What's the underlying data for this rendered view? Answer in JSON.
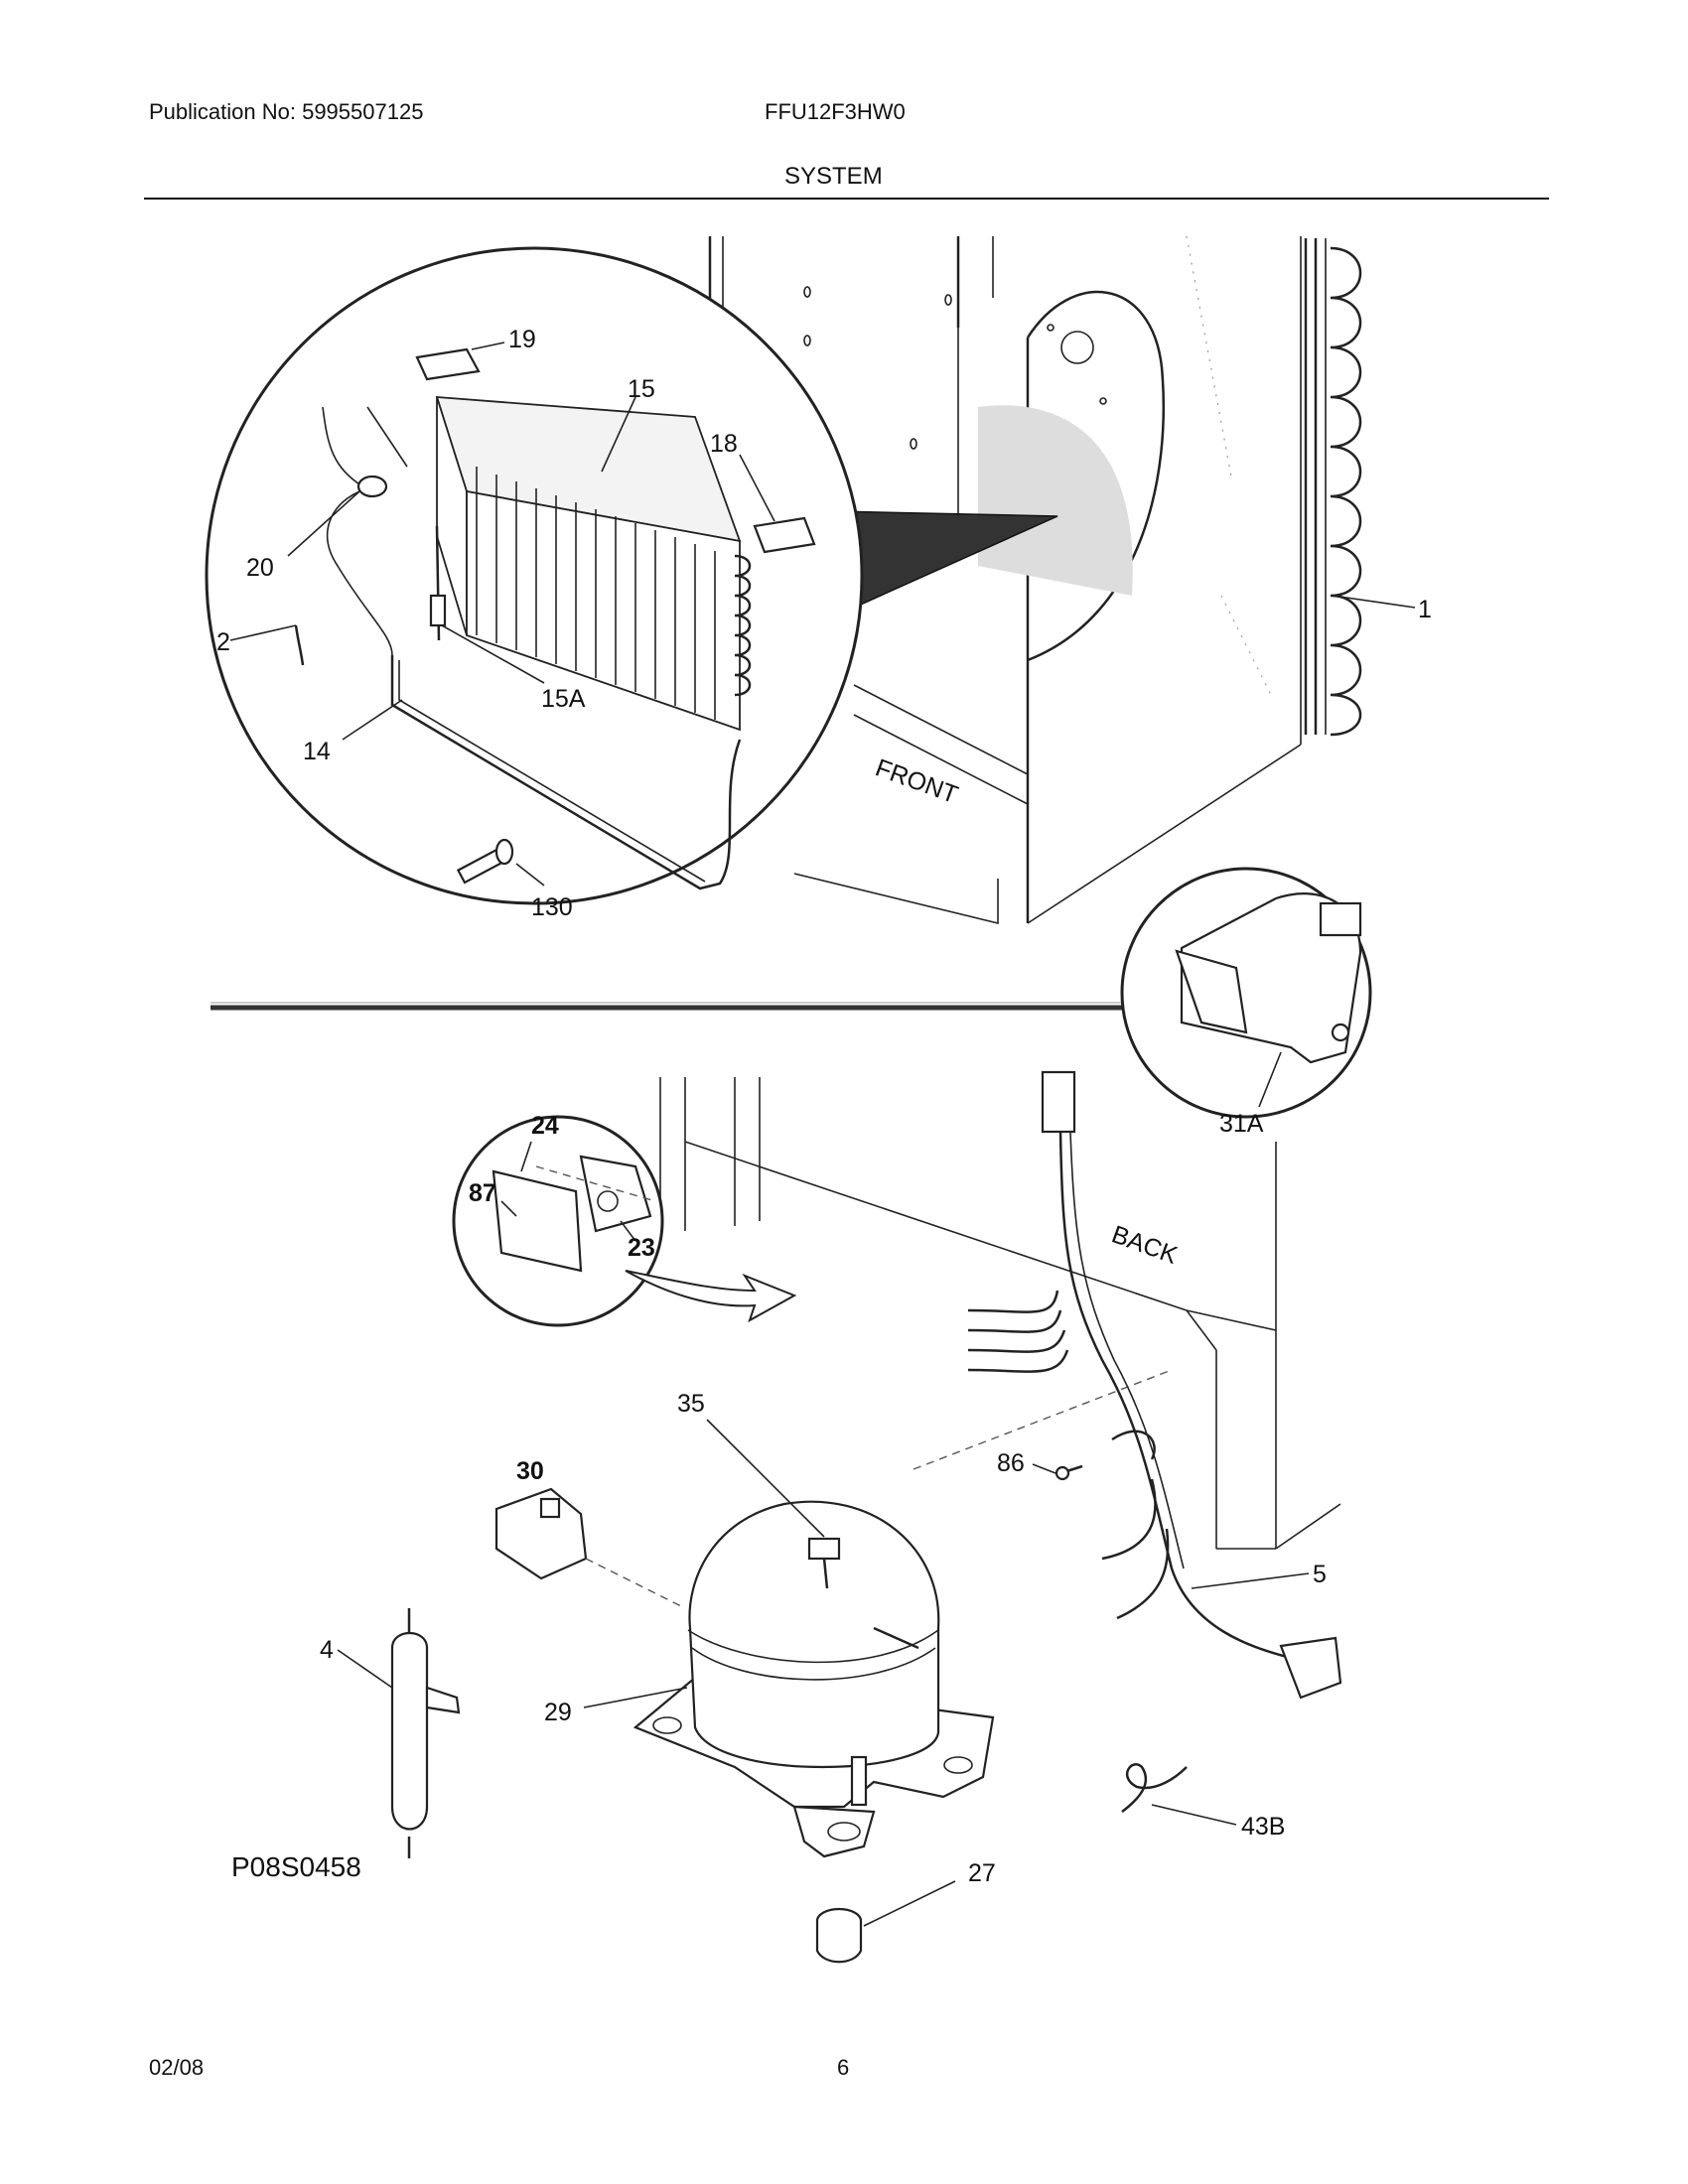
{
  "header": {
    "publication": "Publication No: 5995507125",
    "model": "FFU12F3HW0",
    "section": "SYSTEM"
  },
  "footer": {
    "date": "02/08",
    "page": "6"
  },
  "drawing_code": "P08S0458",
  "cabinet_labels": {
    "front": "FRONT",
    "back": "BACK"
  },
  "parts": {
    "p1": "1",
    "p2": "2",
    "p4": "4",
    "p5": "5",
    "p14": "14",
    "p15": "15",
    "p15a": "15A",
    "p18": "18",
    "p19": "19",
    "p20": "20",
    "p23": "23",
    "p24": "24",
    "p27": "27",
    "p29": "29",
    "p30": "30",
    "p31a": "31A",
    "p35": "35",
    "p43b": "43B",
    "p86": "86",
    "p87": "87",
    "p130": "130"
  }
}
